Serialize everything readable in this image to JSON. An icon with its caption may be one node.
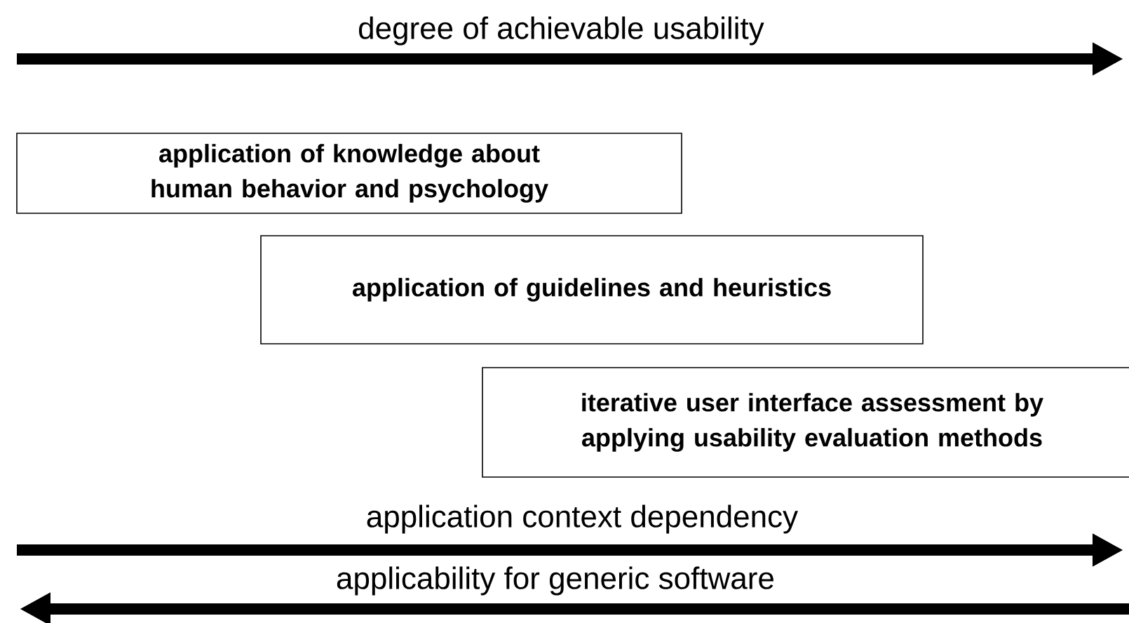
{
  "diagram": {
    "nodes": [
      {
        "text": [
          "application of knowledge about human behavior and psychology"
        ]
      },
      {
        "text": [
          "application of guidelines and heuristics"
        ]
      },
      {
        "text": [
          "iterative user interface assessment by applying usability evaluation methods"
        ]
      }
    ],
    "labels": [
      "degree of achievable usability",
      "application context dependency",
      "applicability for generic software"
    ]
  }
}
